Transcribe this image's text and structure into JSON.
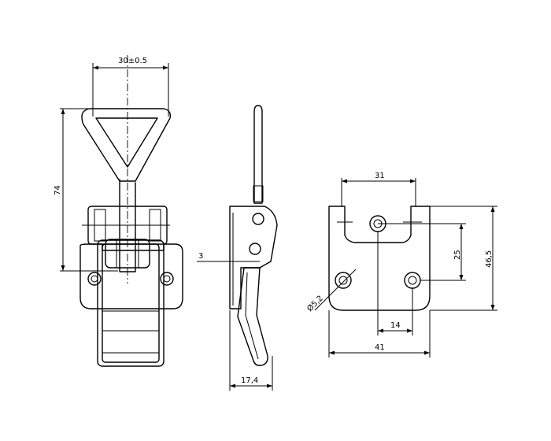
{
  "dimensions": {
    "handle_width": "30±0.5",
    "overall_height": "74",
    "lever_thickness": "3",
    "side_depth": "17,4",
    "hole_spacing_top": "31",
    "hole_vertical_offset": "25",
    "plate_height": "46,5",
    "hole_diameter": "Ø5,2",
    "hole_offset_horizontal": "14",
    "plate_width": "41"
  }
}
